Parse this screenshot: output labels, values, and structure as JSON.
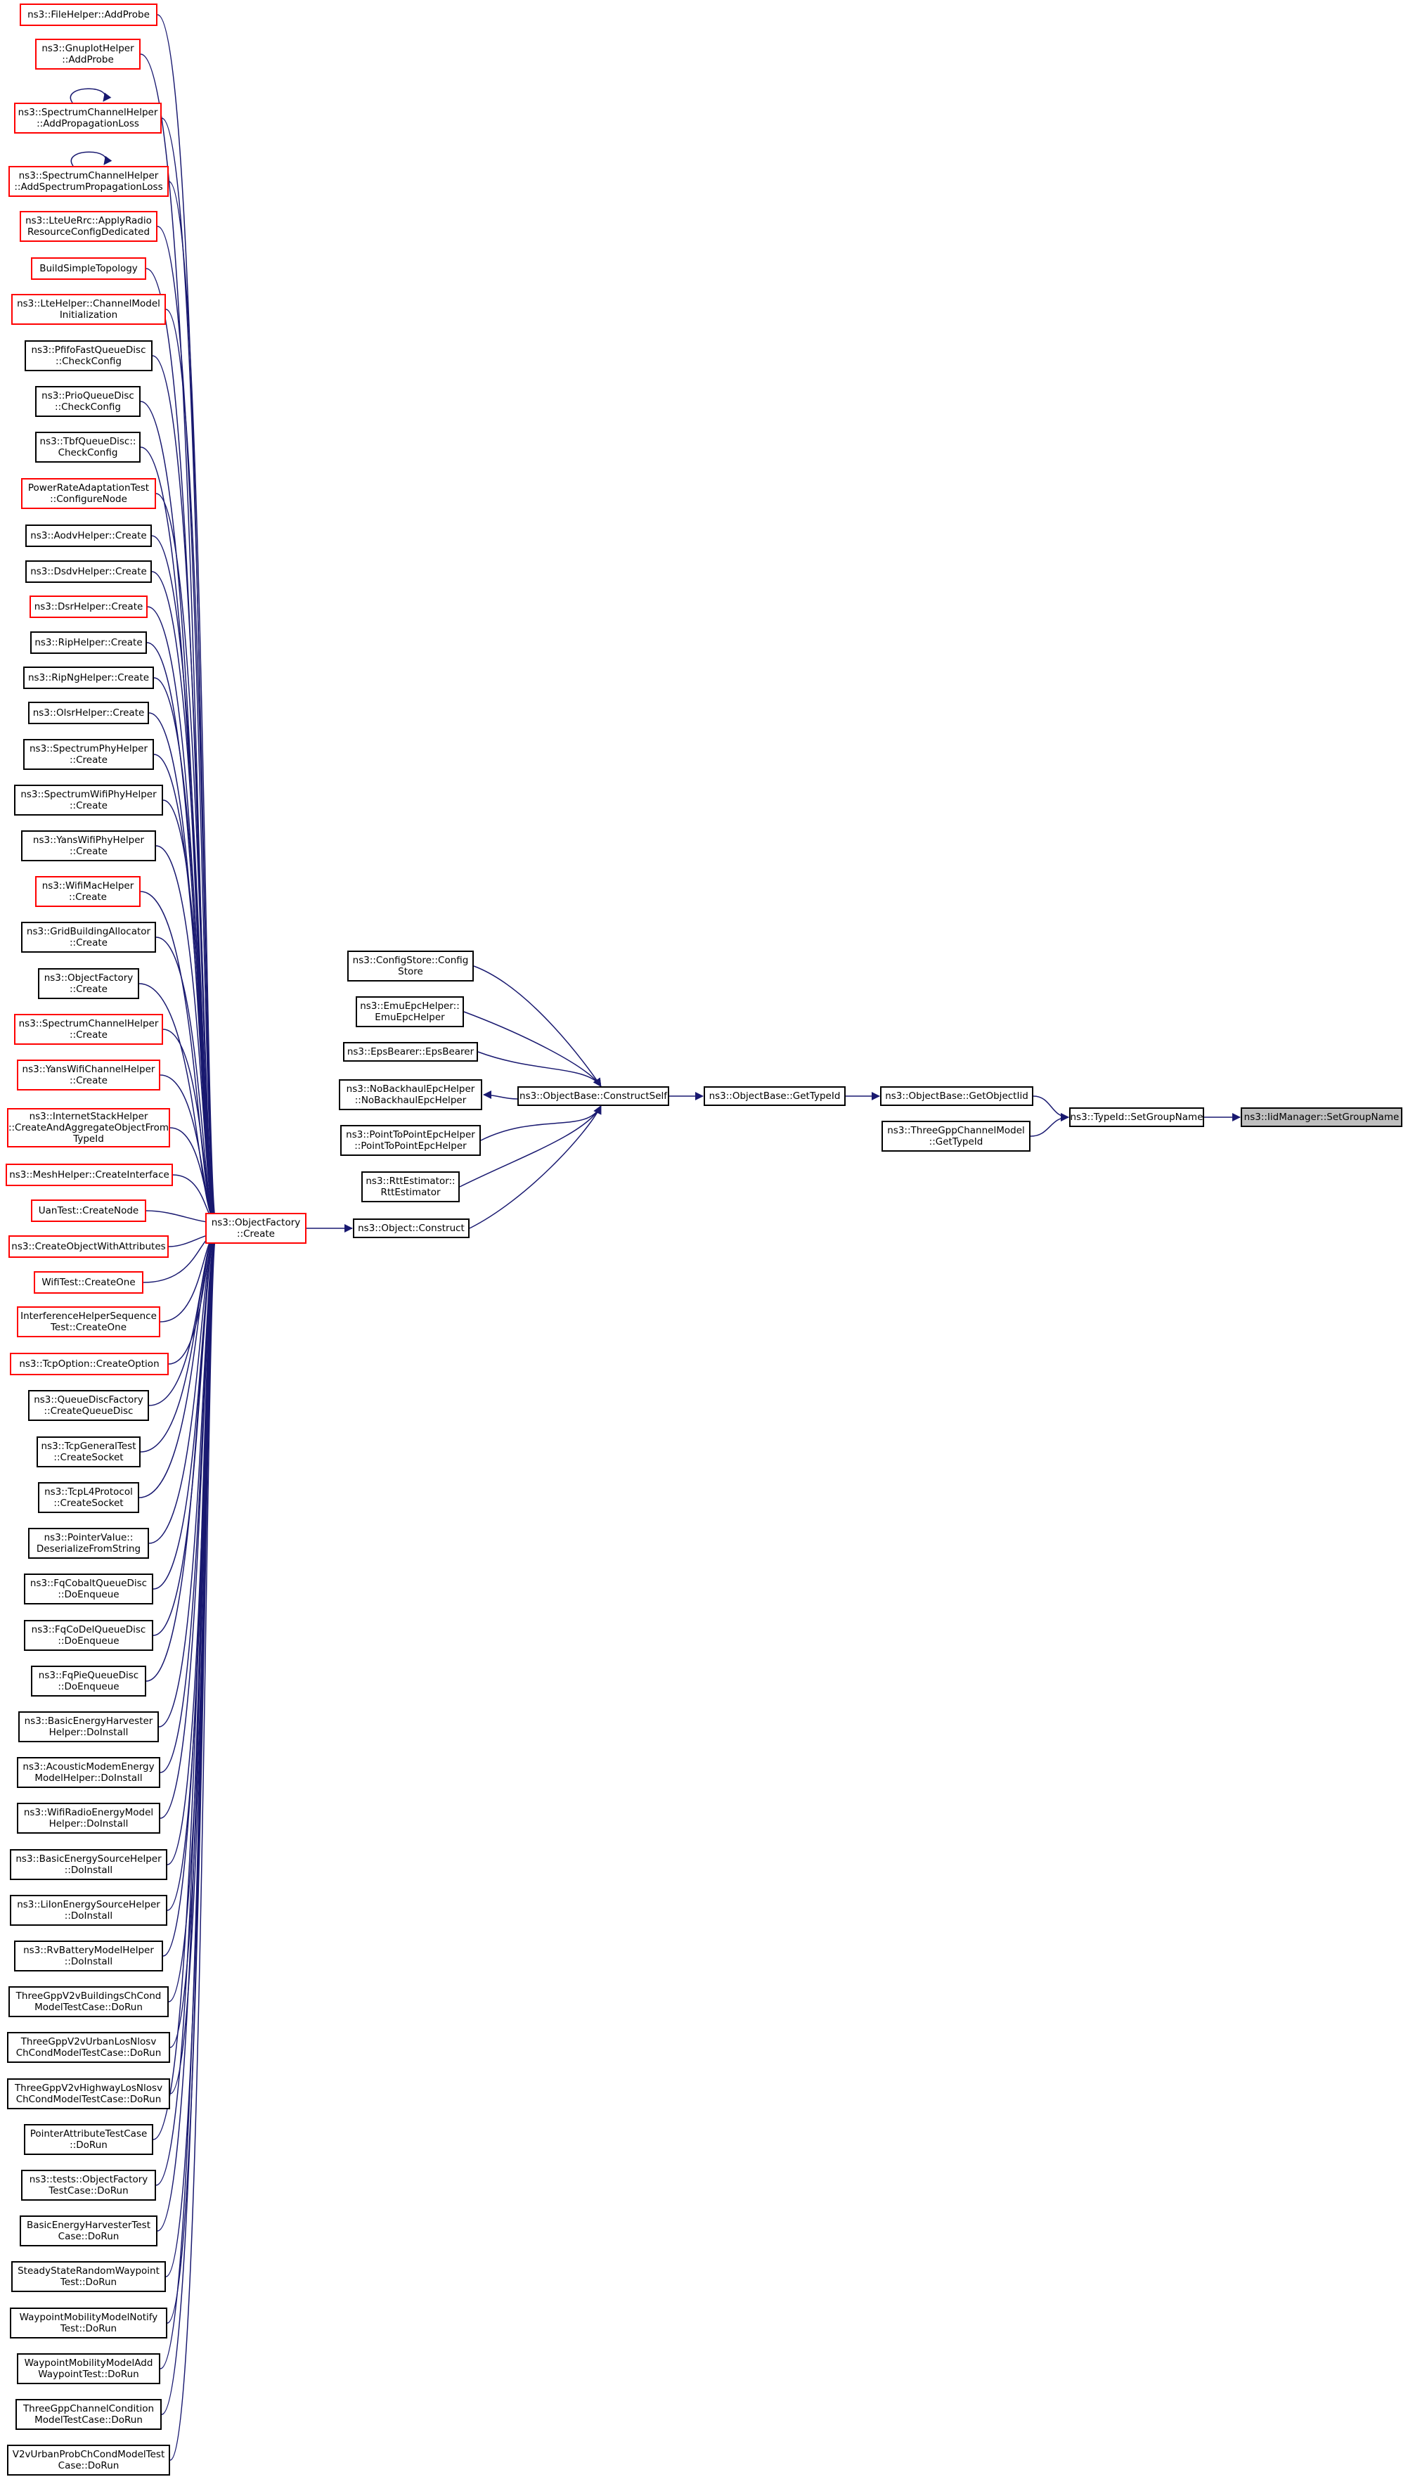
{
  "graph": {
    "edge_color": "#191970",
    "node_border_default": "#000000",
    "node_border_incomplete": "#ff0000",
    "root_fill": "#bfbfbf",
    "nodes": [
      {
        "id": "n_fh_addprobe",
        "lines": [
          "ns3::FileHelper::AddProbe"
        ],
        "border": "red"
      },
      {
        "id": "n_gp_addprobe",
        "lines": [
          "ns3::GnuplotHelper",
          "::AddProbe"
        ],
        "border": "red"
      },
      {
        "id": "n_sch_addprop",
        "lines": [
          "ns3::SpectrumChannelHelper",
          "::AddPropagationLoss"
        ],
        "border": "red"
      },
      {
        "id": "n_sch_addspec",
        "lines": [
          "ns3::SpectrumChannelHelper",
          "::AddSpectrumPropagationLoss"
        ],
        "border": "red"
      },
      {
        "id": "n_lte_apply",
        "lines": [
          "ns3::LteUeRrc::ApplyRadio",
          "ResourceConfigDedicated"
        ],
        "border": "red"
      },
      {
        "id": "n_build_simple",
        "lines": [
          "BuildSimpleTopology"
        ],
        "border": "red"
      },
      {
        "id": "n_lte_chinit",
        "lines": [
          "ns3::LteHelper::ChannelModel",
          "Initialization"
        ],
        "border": "red"
      },
      {
        "id": "n_pfifo_check",
        "lines": [
          "ns3::PfifoFastQueueDisc",
          "::CheckConfig"
        ],
        "border": "black"
      },
      {
        "id": "n_prio_check",
        "lines": [
          "ns3::PrioQueueDisc",
          "::CheckConfig"
        ],
        "border": "black"
      },
      {
        "id": "n_tbf_check",
        "lines": [
          "ns3::TbfQueueDisc::",
          "CheckConfig"
        ],
        "border": "black"
      },
      {
        "id": "n_prat_config",
        "lines": [
          "PowerRateAdaptationTest",
          "::ConfigureNode"
        ],
        "border": "red"
      },
      {
        "id": "n_aodv_create",
        "lines": [
          "ns3::AodvHelper::Create"
        ],
        "border": "black"
      },
      {
        "id": "n_dsdv_create",
        "lines": [
          "ns3::DsdvHelper::Create"
        ],
        "border": "black"
      },
      {
        "id": "n_dsr_create",
        "lines": [
          "ns3::DsrHelper::Create"
        ],
        "border": "red"
      },
      {
        "id": "n_rip_create",
        "lines": [
          "ns3::RipHelper::Create"
        ],
        "border": "black"
      },
      {
        "id": "n_ripng_create",
        "lines": [
          "ns3::RipNgHelper::Create"
        ],
        "border": "black"
      },
      {
        "id": "n_olsr_create",
        "lines": [
          "ns3::OlsrHelper::Create"
        ],
        "border": "black"
      },
      {
        "id": "n_specphy_create",
        "lines": [
          "ns3::SpectrumPhyHelper",
          "::Create"
        ],
        "border": "black"
      },
      {
        "id": "n_specwifiphy_create",
        "lines": [
          "ns3::SpectrumWifiPhyHelper",
          "::Create"
        ],
        "border": "black"
      },
      {
        "id": "n_yanswifiphy_create",
        "lines": [
          "ns3::YansWifiPhyHelper",
          "::Create"
        ],
        "border": "black"
      },
      {
        "id": "n_wifimac_create",
        "lines": [
          "ns3::WifiMacHelper",
          "::Create"
        ],
        "border": "red"
      },
      {
        "id": "n_gridbuilding_create",
        "lines": [
          "ns3::GridBuildingAllocator",
          "::Create"
        ],
        "border": "black"
      },
      {
        "id": "n_objfactory_create2",
        "lines": [
          "ns3::ObjectFactory",
          "::Create"
        ],
        "border": "black"
      },
      {
        "id": "n_specchan_create",
        "lines": [
          "ns3::SpectrumChannelHelper",
          "::Create"
        ],
        "border": "red"
      },
      {
        "id": "n_yanswifichan_create",
        "lines": [
          "ns3::YansWifiChannelHelper",
          "::Create"
        ],
        "border": "red"
      },
      {
        "id": "n_inet_createagg",
        "lines": [
          "ns3::InternetStackHelper",
          "::CreateAndAggregateObjectFrom",
          "TypeId"
        ],
        "border": "red"
      },
      {
        "id": "n_mesh_createif",
        "lines": [
          "ns3::MeshHelper::CreateInterface"
        ],
        "border": "red"
      },
      {
        "id": "n_uan_createnode",
        "lines": [
          "UanTest::CreateNode"
        ],
        "border": "red"
      },
      {
        "id": "n_createobjattr",
        "lines": [
          "ns3::CreateObjectWithAttributes"
        ],
        "border": "red"
      },
      {
        "id": "n_wifitest_createone",
        "lines": [
          "WifiTest::CreateOne"
        ],
        "border": "red"
      },
      {
        "id": "n_interf_createone",
        "lines": [
          "InterferenceHelperSequence",
          "Test::CreateOne"
        ],
        "border": "red"
      },
      {
        "id": "n_tcpopt_create",
        "lines": [
          "ns3::TcpOption::CreateOption"
        ],
        "border": "red"
      },
      {
        "id": "n_qdfactory_create",
        "lines": [
          "ns3::QueueDiscFactory",
          "::CreateQueueDisc"
        ],
        "border": "black"
      },
      {
        "id": "n_tcpgen_socket",
        "lines": [
          "ns3::TcpGeneralTest",
          "::CreateSocket"
        ],
        "border": "black"
      },
      {
        "id": "n_tcpl4_socket",
        "lines": [
          "ns3::TcpL4Protocol",
          "::CreateSocket"
        ],
        "border": "black"
      },
      {
        "id": "n_ptrval_deser",
        "lines": [
          "ns3::PointerValue::",
          "DeserializeFromString"
        ],
        "border": "black"
      },
      {
        "id": "n_fqcobalt_enq",
        "lines": [
          "ns3::FqCobaltQueueDisc",
          "::DoEnqueue"
        ],
        "border": "black"
      },
      {
        "id": "n_fqcodel_enq",
        "lines": [
          "ns3::FqCoDelQueueDisc",
          "::DoEnqueue"
        ],
        "border": "black"
      },
      {
        "id": "n_fqpie_enq",
        "lines": [
          "ns3::FqPieQueueDisc",
          "::DoEnqueue"
        ],
        "border": "black"
      },
      {
        "id": "n_basicharv_install",
        "lines": [
          "ns3::BasicEnergyHarvester",
          "Helper::DoInstall"
        ],
        "border": "black"
      },
      {
        "id": "n_acoustic_install",
        "lines": [
          "ns3::AcousticModemEnergy",
          "ModelHelper::DoInstall"
        ],
        "border": "black"
      },
      {
        "id": "n_wifiradio_install",
        "lines": [
          "ns3::WifiRadioEnergyModel",
          "Helper::DoInstall"
        ],
        "border": "black"
      },
      {
        "id": "n_basicsrc_install",
        "lines": [
          "ns3::BasicEnergySourceHelper",
          "::DoInstall"
        ],
        "border": "black"
      },
      {
        "id": "n_liion_install",
        "lines": [
          "ns3::LiIonEnergySourceHelper",
          "::DoInstall"
        ],
        "border": "black"
      },
      {
        "id": "n_rvbattery_install",
        "lines": [
          "ns3::RvBatteryModelHelper",
          "::DoInstall"
        ],
        "border": "black"
      },
      {
        "id": "n_v2vbuild_run",
        "lines": [
          "ThreeGppV2vBuildingsChCond",
          "ModelTestCase::DoRun"
        ],
        "border": "black"
      },
      {
        "id": "n_v2vurban_run",
        "lines": [
          "ThreeGppV2vUrbanLosNlosv",
          "ChCondModelTestCase::DoRun"
        ],
        "border": "black"
      },
      {
        "id": "n_v2vhighway_run",
        "lines": [
          "ThreeGppV2vHighwayLosNlosv",
          "ChCondModelTestCase::DoRun"
        ],
        "border": "black"
      },
      {
        "id": "n_ptrattr_run",
        "lines": [
          "PointerAttributeTestCase",
          "::DoRun"
        ],
        "border": "black"
      },
      {
        "id": "n_objfactorytest_run",
        "lines": [
          "ns3::tests::ObjectFactory",
          "TestCase::DoRun"
        ],
        "border": "black"
      },
      {
        "id": "n_basicharvtest_run",
        "lines": [
          "BasicEnergyHarvesterTest",
          "Case::DoRun"
        ],
        "border": "black"
      },
      {
        "id": "n_steady_run",
        "lines": [
          "SteadyStateRandomWaypoint",
          "Test::DoRun"
        ],
        "border": "black"
      },
      {
        "id": "n_waynotify_run",
        "lines": [
          "WaypointMobilityModelNotify",
          "Test::DoRun"
        ],
        "border": "black"
      },
      {
        "id": "n_wayadd_run",
        "lines": [
          "WaypointMobilityModelAdd",
          "WaypointTest::DoRun"
        ],
        "border": "black"
      },
      {
        "id": "n_chcond_run",
        "lines": [
          "ThreeGppChannelCondition",
          "ModelTestCase::DoRun"
        ],
        "border": "black"
      },
      {
        "id": "n_v2vprob_run",
        "lines": [
          "V2vUrbanProbChCondModelTest",
          "Case::DoRun"
        ],
        "border": "black"
      },
      {
        "id": "n_objfactory_create",
        "lines": [
          "ns3::ObjectFactory",
          "::Create"
        ],
        "border": "red"
      },
      {
        "id": "n_object_construct",
        "lines": [
          "ns3::Object::Construct"
        ],
        "border": "black"
      },
      {
        "id": "n_configstore",
        "lines": [
          "ns3::ConfigStore::Config",
          "Store"
        ],
        "border": "black"
      },
      {
        "id": "n_emuepc",
        "lines": [
          "ns3::EmuEpcHelper::",
          "EmuEpcHelper"
        ],
        "border": "black"
      },
      {
        "id": "n_epsbearer",
        "lines": [
          "ns3::EpsBearer::EpsBearer"
        ],
        "border": "black"
      },
      {
        "id": "n_nobackhaul",
        "lines": [
          "ns3::NoBackhaulEpcHelper",
          "::NoBackhaulEpcHelper"
        ],
        "border": "black"
      },
      {
        "id": "n_p2pepc",
        "lines": [
          "ns3::PointToPointEpcHelper",
          "::PointToPointEpcHelper"
        ],
        "border": "black"
      },
      {
        "id": "n_rttest",
        "lines": [
          "ns3::RttEstimator::",
          "RttEstimator"
        ],
        "border": "black"
      },
      {
        "id": "n_constructself",
        "lines": [
          "ns3::ObjectBase::ConstructSelf"
        ],
        "border": "black"
      },
      {
        "id": "n_gettypeid",
        "lines": [
          "ns3::ObjectBase::GetTypeId"
        ],
        "border": "black"
      },
      {
        "id": "n_getobjtid",
        "lines": [
          "ns3::ObjectBase::GetObjectIid"
        ],
        "border": "black"
      },
      {
        "id": "n_3gpp_gettypeid",
        "lines": [
          "ns3::ThreeGppChannelModel",
          "::GetTypeId"
        ],
        "border": "black"
      },
      {
        "id": "n_typeid_setgroup",
        "lines": [
          "ns3::TypeId::SetGroupName"
        ],
        "border": "black"
      },
      {
        "id": "n_iid_setgroup",
        "lines": [
          "ns3::IidManager::SetGroupName"
        ],
        "border": "black",
        "root": true
      }
    ],
    "edges": [
      [
        "n_fh_addprobe",
        "n_objfactory_create"
      ],
      [
        "n_gp_addprobe",
        "n_objfactory_create"
      ],
      [
        "n_sch_addprop",
        "n_objfactory_create"
      ],
      [
        "n_sch_addspec",
        "n_objfactory_create"
      ],
      [
        "n_lte_apply",
        "n_objfactory_create"
      ],
      [
        "n_build_simple",
        "n_objfactory_create"
      ],
      [
        "n_lte_chinit",
        "n_objfactory_create"
      ],
      [
        "n_pfifo_check",
        "n_objfactory_create"
      ],
      [
        "n_prio_check",
        "n_objfactory_create"
      ],
      [
        "n_tbf_check",
        "n_objfactory_create"
      ],
      [
        "n_prat_config",
        "n_objfactory_create"
      ],
      [
        "n_aodv_create",
        "n_objfactory_create"
      ],
      [
        "n_dsdv_create",
        "n_objfactory_create"
      ],
      [
        "n_dsr_create",
        "n_objfactory_create"
      ],
      [
        "n_rip_create",
        "n_objfactory_create"
      ],
      [
        "n_ripng_create",
        "n_objfactory_create"
      ],
      [
        "n_olsr_create",
        "n_objfactory_create"
      ],
      [
        "n_specphy_create",
        "n_objfactory_create"
      ],
      [
        "n_specwifiphy_create",
        "n_objfactory_create"
      ],
      [
        "n_yanswifiphy_create",
        "n_objfactory_create"
      ],
      [
        "n_wifimac_create",
        "n_objfactory_create"
      ],
      [
        "n_gridbuilding_create",
        "n_objfactory_create"
      ],
      [
        "n_objfactory_create2",
        "n_objfactory_create"
      ],
      [
        "n_specchan_create",
        "n_objfactory_create"
      ],
      [
        "n_yanswifichan_create",
        "n_objfactory_create"
      ],
      [
        "n_inet_createagg",
        "n_objfactory_create"
      ],
      [
        "n_mesh_createif",
        "n_objfactory_create"
      ],
      [
        "n_uan_createnode",
        "n_objfactory_create"
      ],
      [
        "n_createobjattr",
        "n_objfactory_create"
      ],
      [
        "n_wifitest_createone",
        "n_objfactory_create"
      ],
      [
        "n_interf_createone",
        "n_objfactory_create"
      ],
      [
        "n_tcpopt_create",
        "n_objfactory_create"
      ],
      [
        "n_qdfactory_create",
        "n_objfactory_create"
      ],
      [
        "n_tcpgen_socket",
        "n_objfactory_create"
      ],
      [
        "n_tcpl4_socket",
        "n_objfactory_create"
      ],
      [
        "n_ptrval_deser",
        "n_objfactory_create"
      ],
      [
        "n_fqcobalt_enq",
        "n_objfactory_create"
      ],
      [
        "n_fqcodel_enq",
        "n_objfactory_create"
      ],
      [
        "n_fqpie_enq",
        "n_objfactory_create"
      ],
      [
        "n_basicharv_install",
        "n_objfactory_create"
      ],
      [
        "n_acoustic_install",
        "n_objfactory_create"
      ],
      [
        "n_wifiradio_install",
        "n_objfactory_create"
      ],
      [
        "n_basicsrc_install",
        "n_objfactory_create"
      ],
      [
        "n_liion_install",
        "n_objfactory_create"
      ],
      [
        "n_rvbattery_install",
        "n_objfactory_create"
      ],
      [
        "n_v2vbuild_run",
        "n_objfactory_create"
      ],
      [
        "n_v2vurban_run",
        "n_objfactory_create"
      ],
      [
        "n_v2vhighway_run",
        "n_objfactory_create"
      ],
      [
        "n_ptrattr_run",
        "n_objfactory_create"
      ],
      [
        "n_objfactorytest_run",
        "n_objfactory_create"
      ],
      [
        "n_basicharvtest_run",
        "n_objfactory_create"
      ],
      [
        "n_steady_run",
        "n_objfactory_create"
      ],
      [
        "n_waynotify_run",
        "n_objfactory_create"
      ],
      [
        "n_wayadd_run",
        "n_objfactory_create"
      ],
      [
        "n_chcond_run",
        "n_objfactory_create"
      ],
      [
        "n_v2vprob_run",
        "n_objfactory_create"
      ],
      [
        "n_sch_addprop",
        "n_sch_addprop"
      ],
      [
        "n_sch_addspec",
        "n_sch_addspec"
      ],
      [
        "n_objfactory_create",
        "n_object_construct"
      ],
      [
        "n_object_construct",
        "n_constructself"
      ],
      [
        "n_configstore",
        "n_constructself"
      ],
      [
        "n_emuepc",
        "n_constructself"
      ],
      [
        "n_epsbearer",
        "n_constructself"
      ],
      [
        "n_constructself",
        "n_nobackhaul"
      ],
      [
        "n_p2pepc",
        "n_constructself"
      ],
      [
        "n_rttest",
        "n_constructself"
      ],
      [
        "n_constructself",
        "n_gettypeid"
      ],
      [
        "n_gettypeid",
        "n_getobjtid"
      ],
      [
        "n_getobjtid",
        "n_typeid_setgroup"
      ],
      [
        "n_3gpp_gettypeid",
        "n_typeid_setgroup"
      ],
      [
        "n_typeid_setgroup",
        "n_iid_setgroup"
      ]
    ]
  }
}
